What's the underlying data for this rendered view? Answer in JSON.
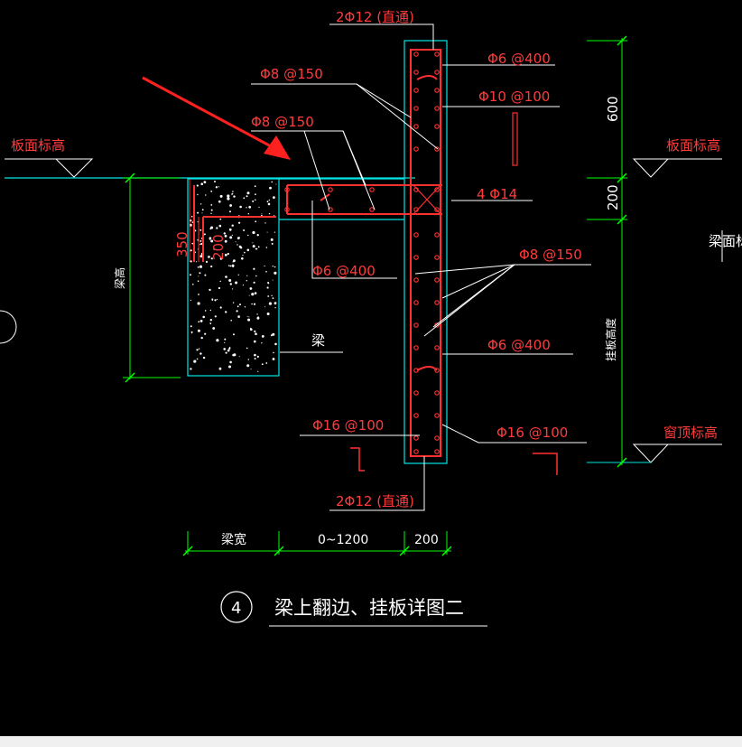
{
  "colors": {
    "background": "#000000",
    "outline": "#00e5e5",
    "rebar": "#ff3030",
    "dimension": "#00ff00",
    "leader": "#ffffff",
    "label_red": "#ff3b3b",
    "label_white": "#ffffff",
    "arrow": "#ff2020"
  },
  "labels": {
    "top_through_bars": "2Φ12 (直通)",
    "bottom_through_bars": "2Φ12 (直通)",
    "top_tie": "Φ6 @400",
    "upper_vert": "Φ10 @100",
    "upper_stirrup": "Φ8 @150",
    "slab_stirrup": "Φ8 @150",
    "corner_bars": "4 Φ14",
    "slab_tie": "Φ6 @400",
    "hang_stirrup": "Φ8 @150",
    "hang_tie": "Φ6 @400",
    "hang_vert_left": "Φ16 @100",
    "hang_vert_right": "Φ16 @100",
    "beam": "梁",
    "slab_level_left": "板面标高",
    "slab_level_right": "板面标高",
    "beam_level_right": "梁面标",
    "window_level": "窗顶标高",
    "beam_height": "梁高",
    "hang_height": "挂板高度",
    "dim_350": "350",
    "dim_200_vertical": "200",
    "dim_600": "600",
    "dim_200_right": "200",
    "dim_beam_width": "梁宽",
    "dim_span": "0~1200",
    "dim_200_bottom": "200",
    "detail_number": "4",
    "title": "梁上翻边、挂板详图二"
  }
}
